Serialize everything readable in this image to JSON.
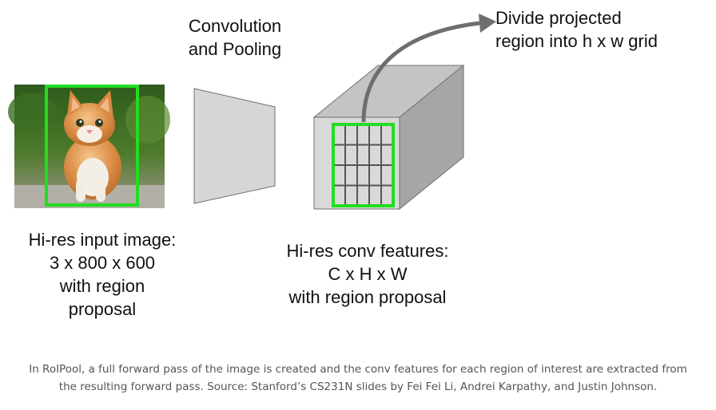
{
  "labels": {
    "conv_pool": [
      "Convolution",
      "and Pooling"
    ],
    "divide": [
      "Divide projected",
      "region into h x w grid"
    ],
    "input_image": [
      "Hi-res input image:",
      "3 x 800 x 600",
      "with region",
      "proposal"
    ],
    "conv_features": [
      "Hi-res conv features:",
      "C x H x W",
      "with region proposal"
    ]
  },
  "caption": [
    "In RoIPool, a full forward pass of the image is created and the conv features for each region of interest are extracted from",
    "the resulting forward pass. Source: Stanford’s CS231N slides by Fei Fei Li, Andrei Karpathy, and Justin Johnson."
  ],
  "colors": {
    "region_box": "#22dd22",
    "cube_front": "#d9d9d9",
    "cube_top": "#c4c4c4",
    "cube_side": "#a6a6a6",
    "trapezoid": "#d6d6d6",
    "arrow": "#6e6e6e"
  },
  "grid": {
    "rows": 4,
    "cols": 5
  }
}
